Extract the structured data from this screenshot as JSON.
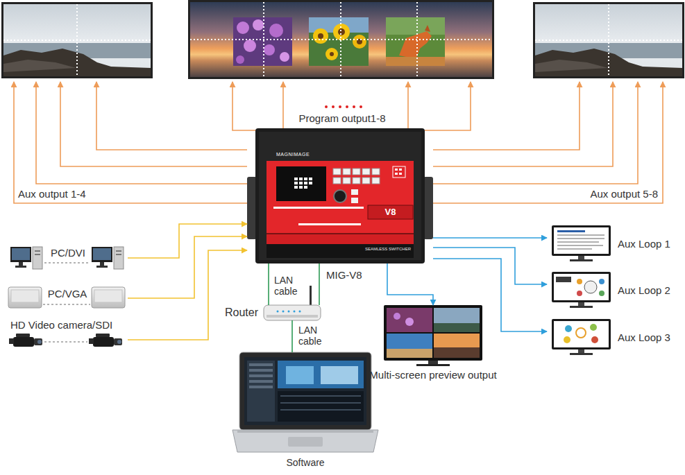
{
  "diagram": {
    "nodes": [
      {
        "text": [
          "MAGNIMAGE",
          "V8",
          "SEAMLESS SWITCHER",
          "MIG-V8"
        ]
      },
      {
        "text": [
          "PC/DVI"
        ]
      },
      {
        "text": [
          "PC/VGA"
        ]
      },
      {
        "text": [
          "HD Video camera/SDI"
        ]
      },
      {
        "text": [
          "Aux Loop 1"
        ]
      },
      {
        "text": [
          "Aux Loop 2"
        ]
      },
      {
        "text": [
          "Aux Loop 3"
        ]
      },
      {
        "text": [
          "Router"
        ]
      },
      {
        "text": [
          "Multi-screen preview output"
        ]
      },
      {
        "text": [
          "Software"
        ]
      }
    ],
    "edges": [
      {
        "from": 1,
        "to": 0,
        "arrow": "to"
      },
      {
        "from": 2,
        "to": 0,
        "arrow": "to"
      },
      {
        "from": 3,
        "to": 0,
        "arrow": "to"
      },
      {
        "from": 0,
        "to": 7,
        "label": "LAN cable",
        "arrow": "none"
      },
      {
        "from": 7,
        "to": 9,
        "label": "LAN cable",
        "arrow": "none"
      },
      {
        "from": 0,
        "to": 8,
        "arrow": "to"
      },
      {
        "from": 0,
        "to": 4,
        "arrow": "to"
      },
      {
        "from": 0,
        "to": 5,
        "arrow": "to"
      },
      {
        "from": 0,
        "to": 6,
        "arrow": "to"
      }
    ],
    "labels": [
      "Program output1-8",
      "Aux output 1-4",
      "Aux output 5-8"
    ]
  }
}
